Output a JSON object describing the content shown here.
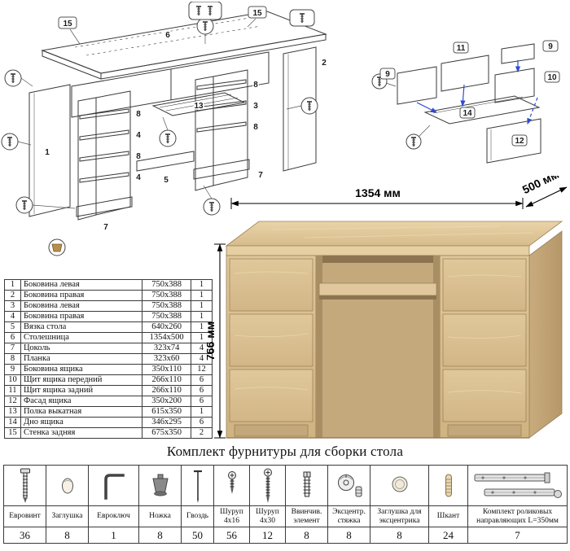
{
  "accent_colors": {
    "wood_light": "#e6cfa2",
    "wood_mid": "#d6bb8d",
    "wood_dark": "#c2a474",
    "diagram_line": "#3a3a3a",
    "arrow_blue": "#2f4bd0"
  },
  "parts_table": {
    "rows": [
      {
        "num": "1",
        "name": "Боковина левая",
        "size": "750x388",
        "qty": "1"
      },
      {
        "num": "2",
        "name": "Боковина правая",
        "size": "750x388",
        "qty": "1"
      },
      {
        "num": "3",
        "name": "Боковина левая",
        "size": "750x388",
        "qty": "1"
      },
      {
        "num": "4",
        "name": "Боковина правая",
        "size": "750x388",
        "qty": "1"
      },
      {
        "num": "5",
        "name": "Вязка стола",
        "size": "640x260",
        "qty": "1"
      },
      {
        "num": "6",
        "name": "Столешница",
        "size": "1354x500",
        "qty": "1"
      },
      {
        "num": "7",
        "name": "Цоколь",
        "size": "323x74",
        "qty": "4"
      },
      {
        "num": "8",
        "name": "Планка",
        "size": "323x60",
        "qty": "4"
      },
      {
        "num": "9",
        "name": "Боковина ящика",
        "size": "350x110",
        "qty": "12"
      },
      {
        "num": "10",
        "name": "Щит ящика передний",
        "size": "266x110",
        "qty": "6"
      },
      {
        "num": "11",
        "name": "Щит ящика задний",
        "size": "266x110",
        "qty": "6"
      },
      {
        "num": "12",
        "name": "Фасад ящика",
        "size": "350x200",
        "qty": "6"
      },
      {
        "num": "13",
        "name": "Полка выкатная",
        "size": "615x350",
        "qty": "1"
      },
      {
        "num": "14",
        "name": "Дно ящика",
        "size": "346x295",
        "qty": "6"
      },
      {
        "num": "15",
        "name": "Стенка задняя",
        "size": "675x350",
        "qty": "2"
      }
    ]
  },
  "desk_figure": {
    "width_label": "1354 мм",
    "depth_label": "500 мм",
    "height_label": "766 мм"
  },
  "main_diagram": {
    "labels": [
      "15",
      "6",
      "15",
      "1",
      "2",
      "8",
      "4",
      "8",
      "4",
      "7",
      "13",
      "8",
      "3",
      "8",
      "7",
      "5"
    ]
  },
  "drawer_diagram": {
    "labels": [
      "11",
      "9",
      "9",
      "10",
      "14",
      "12"
    ]
  },
  "hardware_section": {
    "title": "Комплект фурнитуры для сборки стола",
    "items": [
      {
        "name": "Евровинт",
        "qty": "36",
        "icon": "euro-screw-icon"
      },
      {
        "name": "Заглушка",
        "qty": "8",
        "icon": "cap-icon"
      },
      {
        "name": "Евроключ",
        "qty": "1",
        "icon": "hex-key-icon"
      },
      {
        "name": "Ножка",
        "qty": "8",
        "icon": "foot-icon"
      },
      {
        "name": "Гвоздь",
        "qty": "50",
        "icon": "nail-icon"
      },
      {
        "name": "Шуруп 4x16",
        "qty": "56",
        "icon": "screw-4x16-icon"
      },
      {
        "name": "Шуруп 4x30",
        "qty": "12",
        "icon": "screw-4x30-icon"
      },
      {
        "name": "Ввинчив. элемент",
        "qty": "8",
        "icon": "screw-in-element-icon"
      },
      {
        "name": "Эксцентр. стяжка",
        "qty": "8",
        "icon": "cam-lock-icon"
      },
      {
        "name": "Заглушка для эксцентрика",
        "qty": "8",
        "icon": "cam-cap-icon"
      },
      {
        "name": "Шкант",
        "qty": "24",
        "icon": "dowel-icon"
      },
      {
        "name": "Комплект роликовых направляющих L=350мм",
        "qty": "7",
        "icon": "roller-slides-icon"
      }
    ]
  }
}
